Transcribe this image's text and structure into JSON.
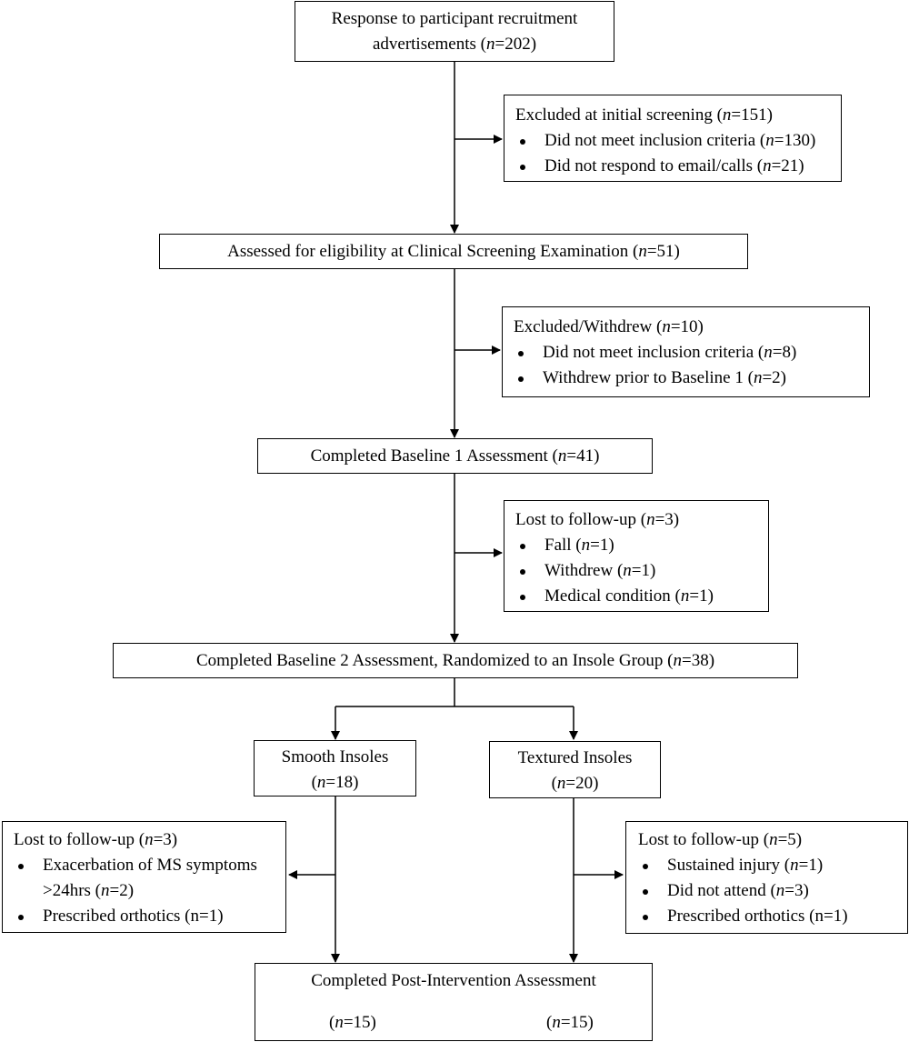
{
  "recruitment": {
    "line1": "Response to participant recruitment",
    "line2_text": "advertisements (",
    "n": "=202)"
  },
  "screen_excluded": {
    "title_text": "Excluded at initial screening (",
    "title_n": "=151)",
    "items": [
      {
        "text": "Did not meet inclusion criteria (",
        "n": "=130)"
      },
      {
        "text": "Did not respond to email/calls (",
        "n": "=21)"
      }
    ]
  },
  "eligibility": {
    "text": "Assessed for eligibility at Clinical Screening Examination (",
    "n": "=51)"
  },
  "withdrew": {
    "title_text": "Excluded/Withdrew (",
    "title_n": "=10)",
    "items": [
      {
        "text": "Did not meet inclusion criteria (",
        "n": "=8)"
      },
      {
        "text": "Withdrew prior to Baseline 1 (",
        "n": "=2)"
      }
    ]
  },
  "baseline1": {
    "text": "Completed Baseline 1 Assessment (",
    "n": "=41)"
  },
  "lost1": {
    "title_text": "Lost to follow-up (",
    "title_n": "=3)",
    "items": [
      {
        "text": "Fall (",
        "n": "=1)"
      },
      {
        "text": "Withdrew (",
        "n": "=1)"
      },
      {
        "text": "Medical condition (",
        "n": "=1)"
      }
    ]
  },
  "baseline2": {
    "text": "Completed Baseline 2 Assessment, Randomized to an Insole Group (",
    "n": "=38)"
  },
  "smooth": {
    "label": "Smooth Insoles",
    "n_open": "(",
    "n": "=18)"
  },
  "textured": {
    "label": "Textured Insoles",
    "n_open": "(",
    "n": "=20)"
  },
  "lost_smooth": {
    "title_text": "Lost to follow-up (",
    "title_n": "=3)",
    "item1_text": "Exacerbation of MS symptoms >24hrs (",
    "item1_n": "=2)",
    "item2": "Prescribed orthotics (n=1)"
  },
  "lost_textured": {
    "title_text": "Lost to follow-up (",
    "title_n": "=5)",
    "items": [
      {
        "text": "Sustained injury (",
        "n": "=1)"
      },
      {
        "text": "Did not attend (",
        "n": "=3)"
      }
    ],
    "item3": "Prescribed orthotics (n=1)"
  },
  "post": {
    "title": "Completed Post-Intervention Assessment",
    "n_open": "(",
    "smooth_n": "=15)",
    "textured_n": "=15)"
  },
  "n_symbol": "n"
}
